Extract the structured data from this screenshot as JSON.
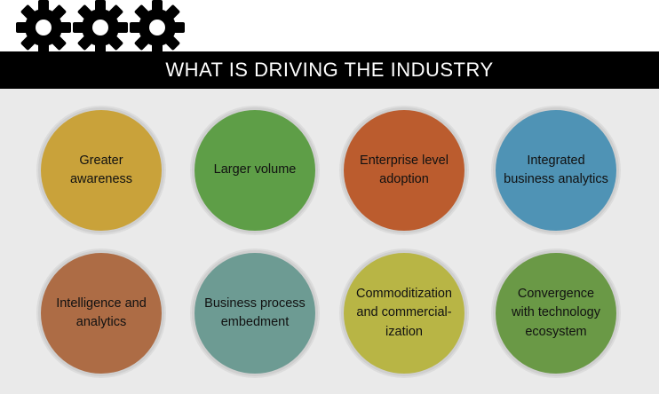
{
  "header": {
    "title": "WHAT IS DRIVING THE INDUSTRY",
    "gear_icon_color": "#000000"
  },
  "drivers": [
    {
      "label_lines": [
        "Greater",
        "awareness"
      ],
      "color": "#c9a23a"
    },
    {
      "label_lines": [
        "Larger volume"
      ],
      "color": "#5e9e47"
    },
    {
      "label_lines": [
        "Enterprise level",
        "adoption"
      ],
      "color": "#bb5c2e"
    },
    {
      "label_lines": [
        "Integrated",
        "business analytics"
      ],
      "color": "#4f93b5"
    },
    {
      "label_lines": [
        "Intelligence and",
        "analytics"
      ],
      "color": "#ad6c45"
    },
    {
      "label_lines": [
        "Business process",
        "embedment"
      ],
      "color": "#6d9b93"
    },
    {
      "label_lines": [
        "Commoditization",
        "and commercial-",
        "ization"
      ],
      "color": "#b8b545"
    },
    {
      "label_lines": [
        "Convergence",
        "with technology",
        "ecosystem"
      ],
      "color": "#6a9946"
    }
  ]
}
